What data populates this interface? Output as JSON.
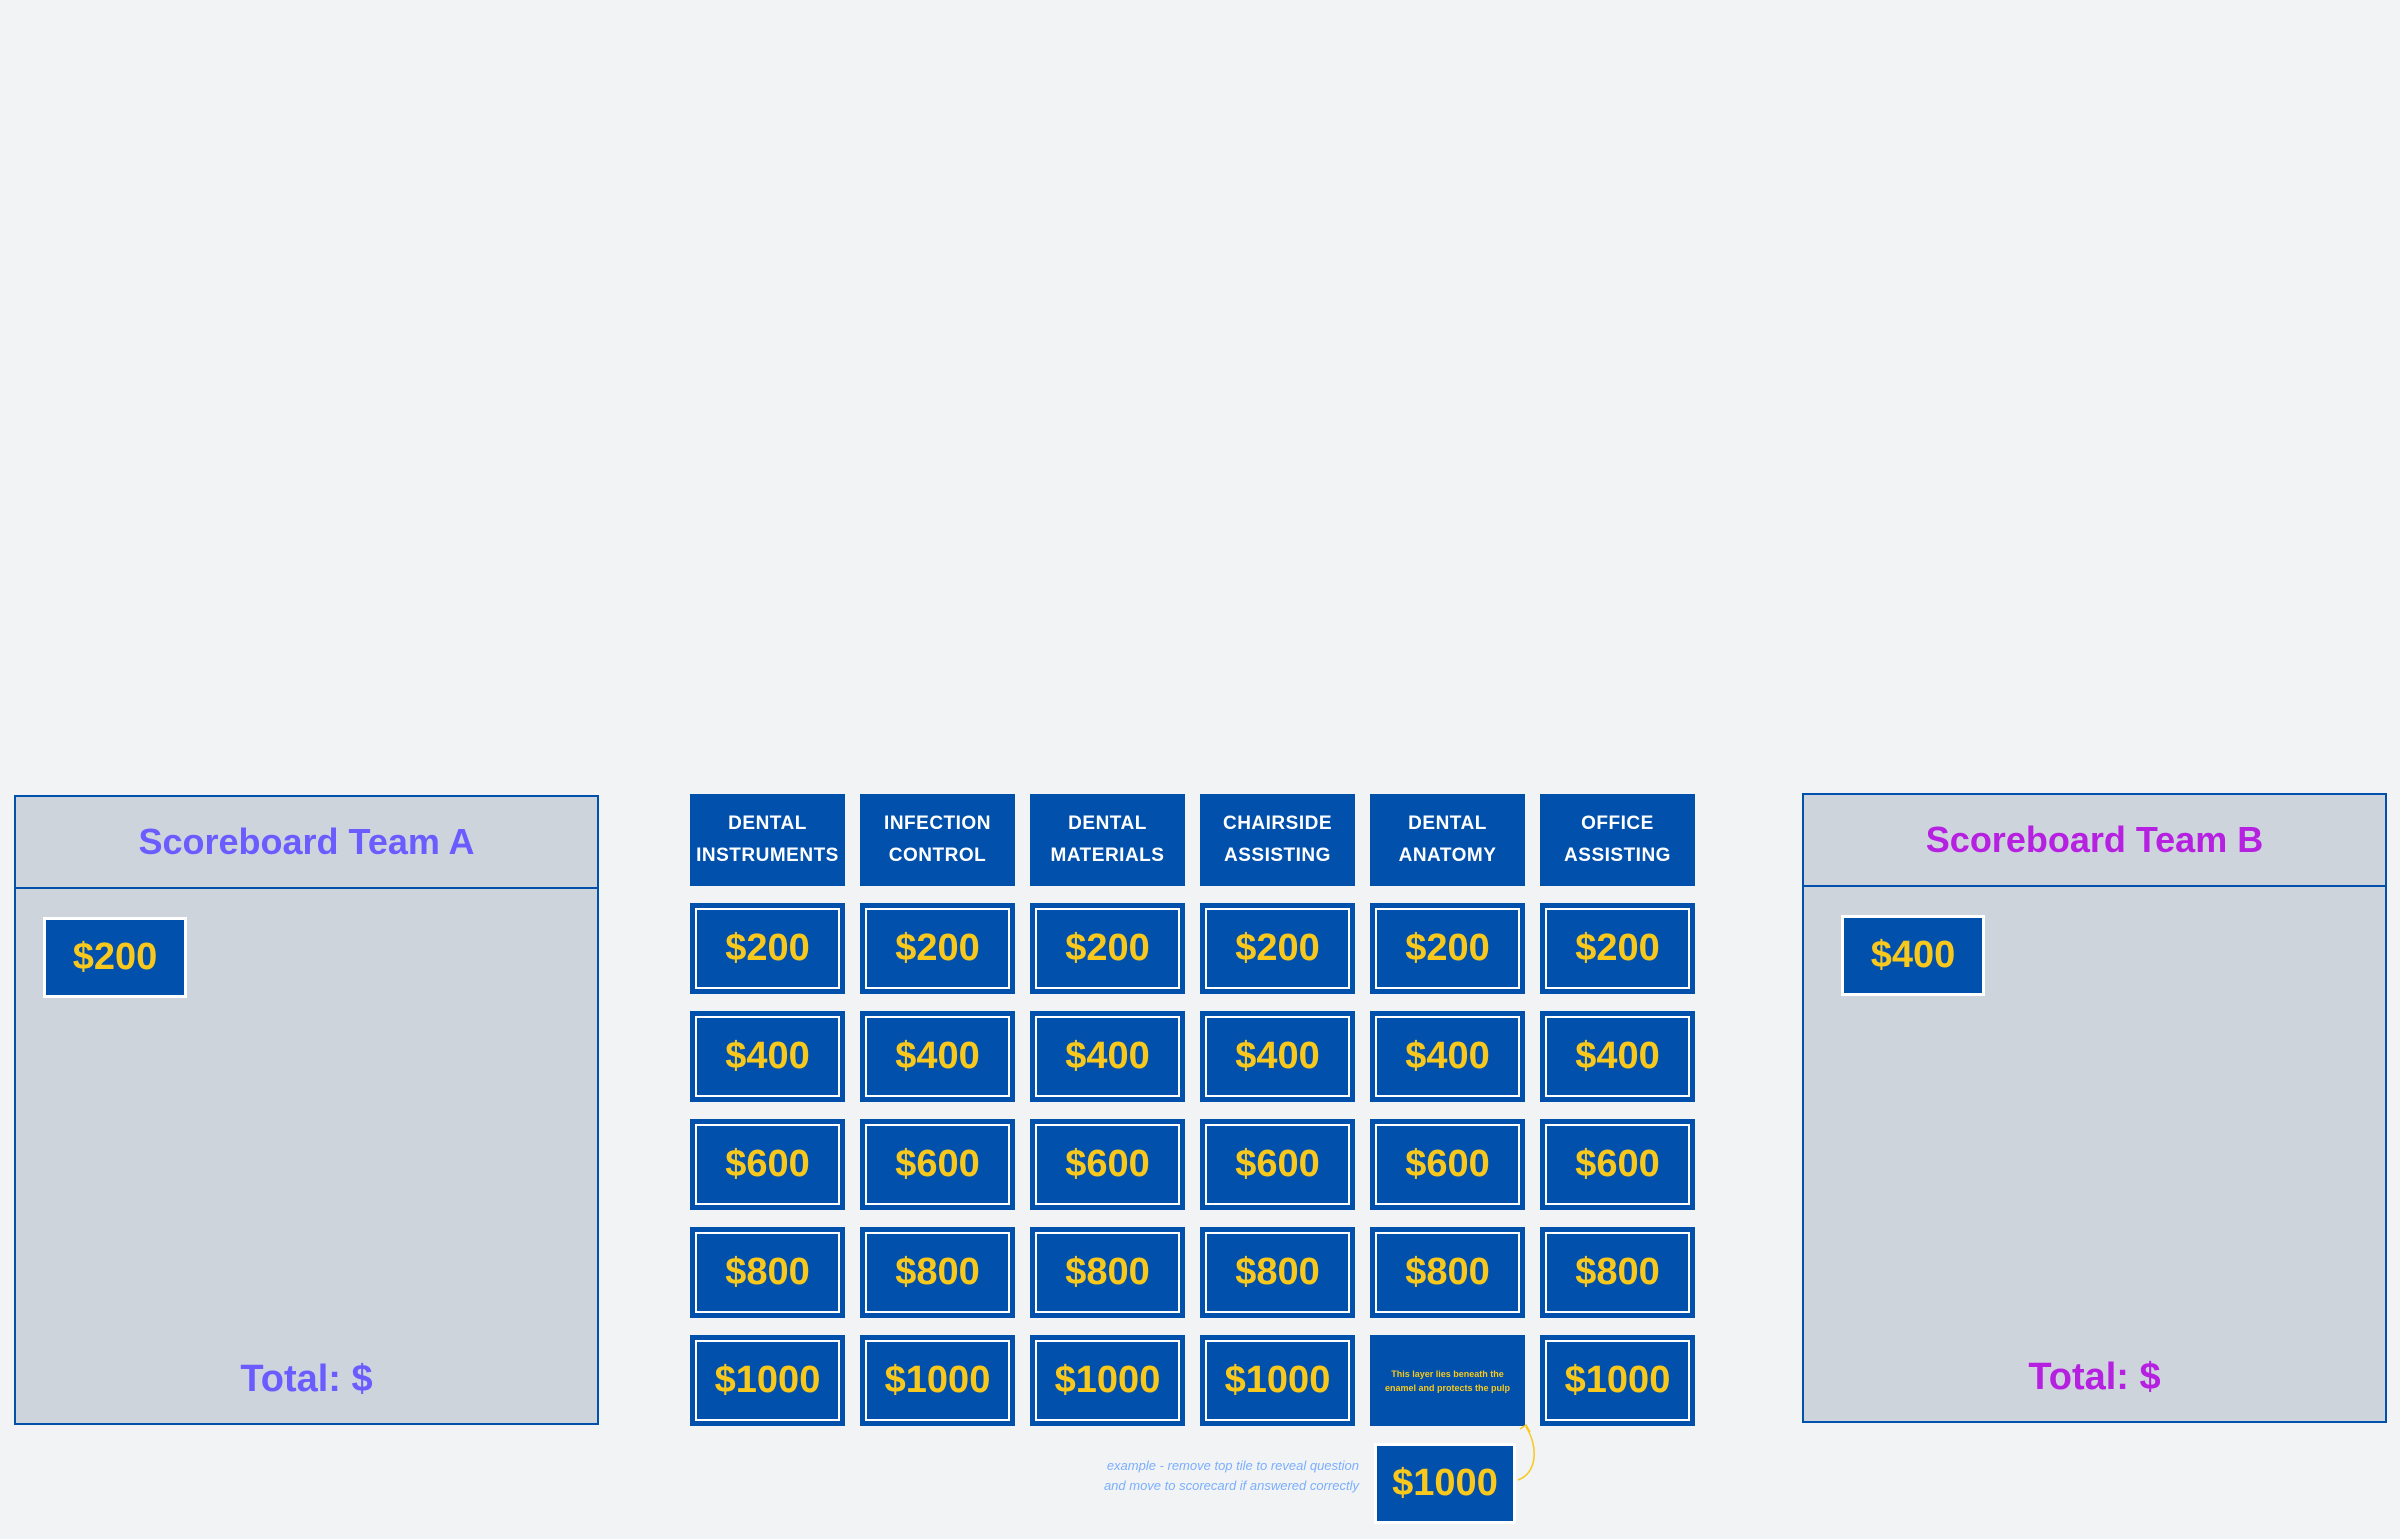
{
  "colors": {
    "board_blue": "#0050ac",
    "value_yellow": "#f8c81c",
    "team_a": "#6b5cff",
    "team_b": "#b620e0",
    "note": "#7aafff"
  },
  "team_a": {
    "title": "Scoreboard Team A",
    "tiles": [
      "$200"
    ],
    "total": "Total: $"
  },
  "team_b": {
    "title": "Scoreboard Team B",
    "tiles": [
      "$400"
    ],
    "total": "Total: $"
  },
  "board": {
    "categories": [
      {
        "line1": "DENTAL",
        "line2": "INSTRUMENTS"
      },
      {
        "line1": "INFECTION",
        "line2": "CONTROL"
      },
      {
        "line1": "DENTAL",
        "line2": "MATERIALS"
      },
      {
        "line1": "CHAIRSIDE",
        "line2": "ASSISTING"
      },
      {
        "line1": "DENTAL",
        "line2": "ANATOMY"
      },
      {
        "line1": "OFFICE",
        "line2": "ASSISTING"
      }
    ],
    "values": [
      "$200",
      "$400",
      "$600",
      "$800",
      "$1000"
    ],
    "revealed_clue": "This layer lies beneath the enamel and protects the pulp"
  },
  "example": {
    "note": "example - remove top tile to reveal question and move to scorecard if answered correctly",
    "tile": "$1000"
  }
}
